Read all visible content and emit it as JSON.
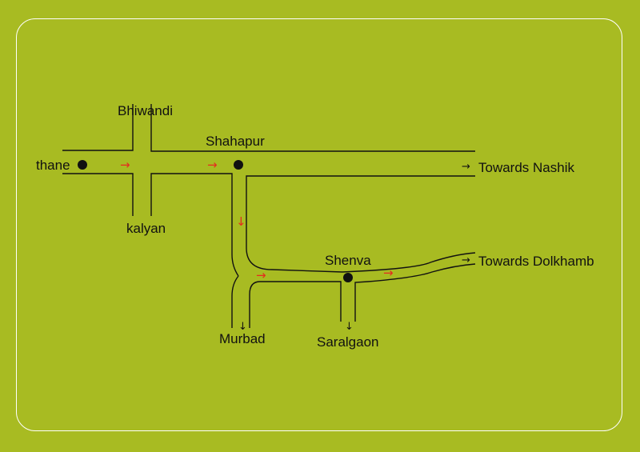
{
  "colors": {
    "background": "#a8bb22",
    "frame": "#ffffff",
    "road": "#111111",
    "route_arrow": "#e52b1f",
    "dot": "#111111"
  },
  "labels": {
    "bhiwandi": "Bhiwandi",
    "thane": "thane",
    "kalyan": "kalyan",
    "shahapur": "Shahapur",
    "towards_nashik": "Towards Nashik",
    "shenva": "Shenva",
    "towards_dolkhamb": "Towards Dolkhamb",
    "murbad": "Murbad",
    "saralgaon": "Saralgaon"
  },
  "arrows": {
    "right": "→",
    "down": "↓"
  }
}
